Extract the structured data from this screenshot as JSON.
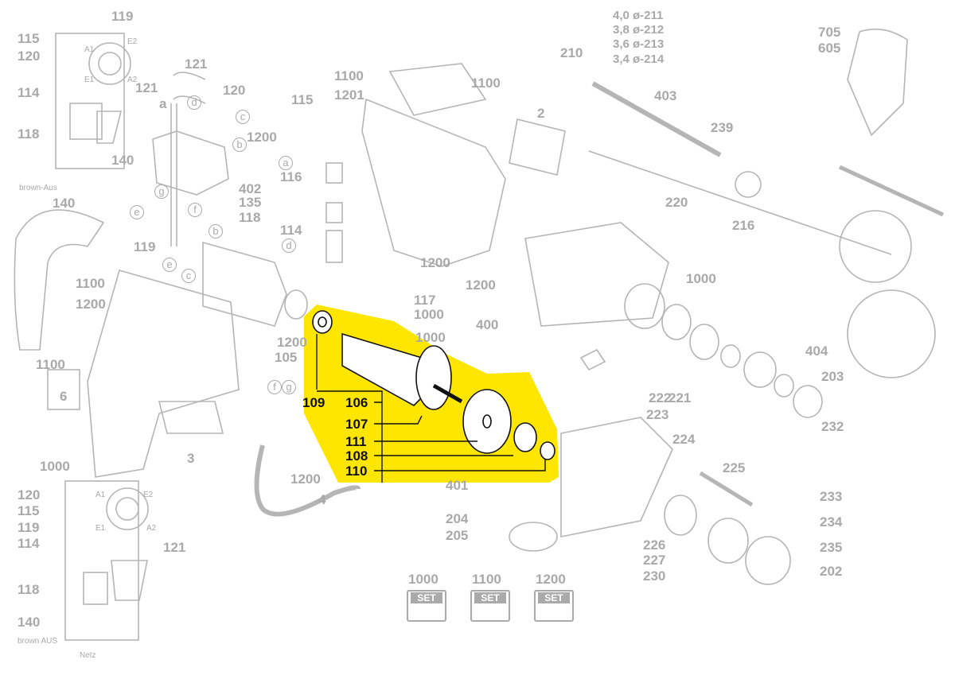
{
  "diagram": {
    "highlight_color": "#ffe600",
    "line_color": "#a9a9a9",
    "highlighted_labels": [
      "109",
      "106",
      "107",
      "111",
      "108",
      "110"
    ],
    "labels": [
      "119",
      "115",
      "120",
      "114",
      "121",
      "118",
      "140",
      "brown-Aus",
      "121",
      "120",
      "1200",
      "402",
      "135",
      "118",
      "119",
      "115",
      "1201",
      "1100",
      "1100",
      "116",
      "114",
      "1200",
      "117",
      "1000",
      "140",
      "1100",
      "1200",
      "1100",
      "6",
      "1200",
      "105",
      "3",
      "1000",
      "1200",
      "4",
      "2",
      "210",
      "4,0 ø-211",
      "3,8 ø-212",
      "3,6 ø-213",
      "3,4 ø-214",
      "403",
      "239",
      "216",
      "220",
      "1000",
      "1200",
      "400",
      "404",
      "221",
      "203",
      "222",
      "223",
      "232",
      "705",
      "605",
      "1000",
      "224",
      "225",
      "233",
      "234",
      "235",
      "202",
      "226",
      "227",
      "230",
      "204",
      "205",
      "401",
      "120",
      "115",
      "119",
      "114",
      "121",
      "118",
      "140",
      "brown AUS",
      "Netz",
      "E2",
      "A1",
      "E1",
      "A2",
      "E2",
      "A1",
      "E1",
      "A2",
      "a",
      "d",
      "c",
      "b",
      "g",
      "f",
      "e",
      "b",
      "c",
      "e",
      "a",
      "d",
      "g",
      "f"
    ],
    "sets": [
      {
        "number": "1000",
        "label": "SET"
      },
      {
        "number": "1100",
        "label": "SET"
      },
      {
        "number": "1200",
        "label": "SET"
      }
    ]
  }
}
